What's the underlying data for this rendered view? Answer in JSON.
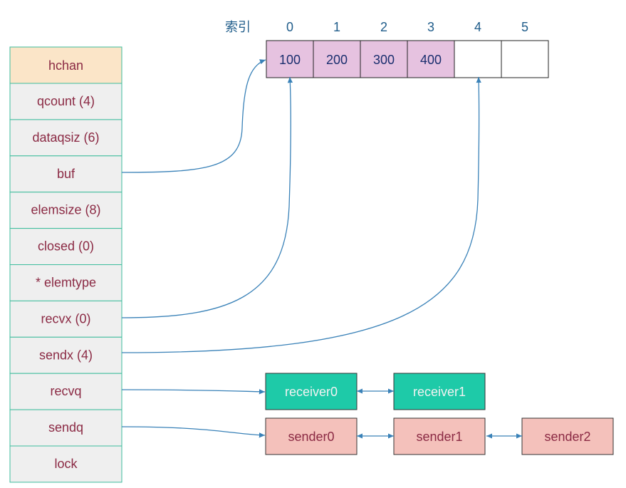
{
  "hchan": {
    "header": "hchan",
    "fields": [
      "qcount (4)",
      "dataqsiz (6)",
      "buf",
      "elemsize (8)",
      "closed (0)",
      "* elemtype",
      "recvx (0)",
      "sendx (4)",
      "recvq",
      "sendq",
      "lock"
    ]
  },
  "buffer": {
    "index_label": "索引",
    "indices": [
      "0",
      "1",
      "2",
      "3",
      "4",
      "5"
    ],
    "cells": [
      "100",
      "200",
      "300",
      "400",
      "",
      ""
    ]
  },
  "recvq": {
    "items": [
      "receiver0",
      "receiver1"
    ]
  },
  "sendq": {
    "items": [
      "sender0",
      "sender1",
      "sender2"
    ]
  },
  "colors": {
    "hchan_header": "#fbe5c8",
    "field_bg": "#efefef",
    "struct_border": "#3cbc9c",
    "struct_text": "#8b2a44",
    "buf_filled": "#e6c2e0",
    "buf_empty": "#ffffff",
    "buf_text": "#1a2e6e",
    "index_text": "#1f5c8a",
    "receiver_fill": "#1ecaa8",
    "receiver_text": "#f2f2f2",
    "sender_fill": "#f4c1bb",
    "sender_text": "#8b2a44",
    "arrow": "#3a82b8"
  }
}
